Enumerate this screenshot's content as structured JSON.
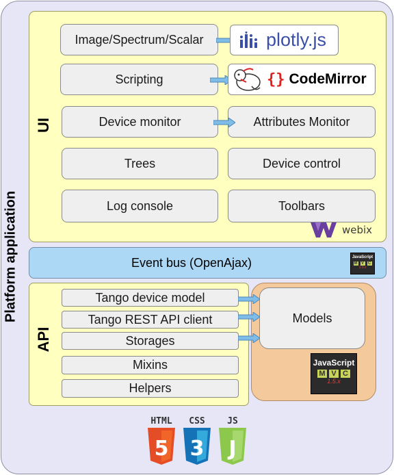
{
  "platform": {
    "label": "Platform application"
  },
  "ui": {
    "label": "UI",
    "boxes": {
      "image": "Image/Spectrum/Scalar",
      "scripting": "Scripting",
      "device_monitor": "Device monitor",
      "attributes_monitor": "Attributes Monitor",
      "trees": "Trees",
      "device_control": "Device control",
      "log_console": "Log console",
      "toolbars": "Toolbars"
    },
    "logos": {
      "plotly": "plotly.js",
      "codemirror": "CodeMirror",
      "webix": "webix"
    }
  },
  "event_bus": {
    "label": "Event bus (OpenAjax)"
  },
  "api": {
    "label": "API",
    "items": [
      "Tango device model",
      "Tango REST API client",
      "Storages",
      "Mixins",
      "Helpers"
    ]
  },
  "models": {
    "label": "Models"
  },
  "jsmvc": {
    "title": "JavaScript",
    "letters": [
      "M",
      "V",
      "C"
    ],
    "version": "1.5.x"
  },
  "web_tech": {
    "html": "HTML",
    "css": "CSS",
    "js": "JS",
    "html_num": "5",
    "css_num": "3",
    "js_glyph": "J"
  },
  "colors": {
    "platform_bg": "#e6e6f7",
    "ui_bg": "#ffffbf",
    "bus_bg": "#add8f5",
    "models_bg": "#f4c99b",
    "arrow": "#7fbde8",
    "html5": "#e44d26",
    "css3": "#1572b6",
    "js": "#8cc84b",
    "plotly": "#3a4fa8",
    "webix": "#6b3fa0"
  }
}
